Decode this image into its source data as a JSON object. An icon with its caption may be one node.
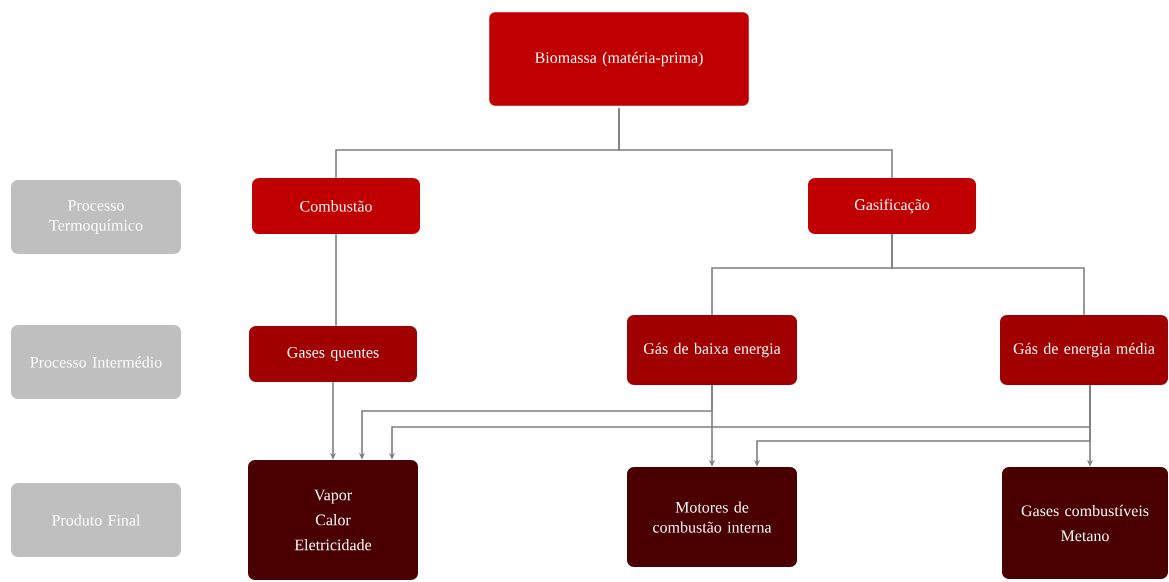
{
  "diagram": {
    "nodes": [
      {
        "text": [
          "Biomassa (matéria-prima)"
        ]
      },
      {
        "text": [
          "Processo Termoquímico"
        ]
      },
      {
        "text": [
          "Combustão"
        ]
      },
      {
        "text": [
          "Gasificação"
        ]
      },
      {
        "text": [
          "Processo Intermédio"
        ]
      },
      {
        "text": [
          "Gases quentes"
        ]
      },
      {
        "text": [
          "Gás de baixa energia"
        ]
      },
      {
        "text": [
          "Gás de energia média"
        ]
      },
      {
        "text": [
          "Produto Final"
        ]
      },
      {
        "text": [
          "Vapor",
          "Calor",
          "Eletricidade"
        ]
      },
      {
        "text": [
          "Motores de combustão interna"
        ]
      },
      {
        "text": [
          "Gases combustíveis",
          "Metano"
        ]
      }
    ],
    "edges": [
      {
        "from": 0,
        "to": 2,
        "arrow": "none"
      },
      {
        "from": 0,
        "to": 3,
        "arrow": "none"
      },
      {
        "from": 2,
        "to": 5,
        "arrow": "none"
      },
      {
        "from": 3,
        "to": 6,
        "arrow": "none"
      },
      {
        "from": 3,
        "to": 7,
        "arrow": "none"
      },
      {
        "from": 5,
        "to": 9,
        "arrow": "to"
      },
      {
        "from": 6,
        "to": 9,
        "arrow": "to"
      },
      {
        "from": 6,
        "to": 10,
        "arrow": "to"
      },
      {
        "from": 7,
        "to": 9,
        "arrow": "to"
      },
      {
        "from": 7,
        "to": 10,
        "arrow": "to"
      },
      {
        "from": 7,
        "to": 11,
        "arrow": "to"
      }
    ]
  }
}
